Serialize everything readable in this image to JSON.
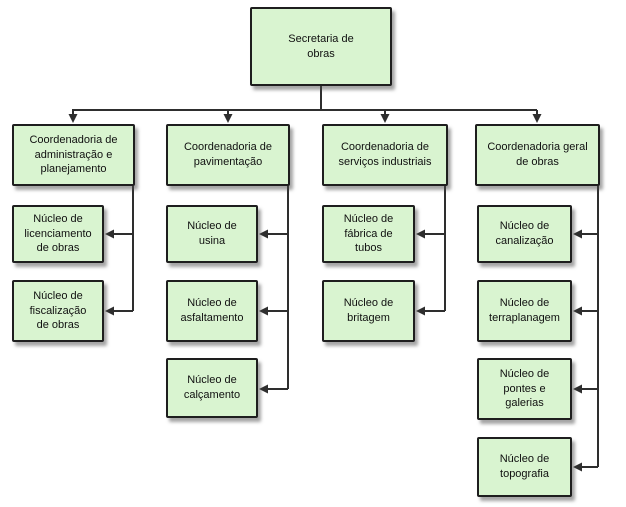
{
  "root": {
    "label": "Secretaria de\nobras"
  },
  "columns": [
    {
      "coordinator": {
        "label": "Coordenadoria de\nadministração e\nplanejamento"
      },
      "nuclei": [
        {
          "label": "Núcleo de\nlicenciamento\nde obras"
        },
        {
          "label": "Núcleo de\nfiscalização\nde obras"
        }
      ]
    },
    {
      "coordinator": {
        "label": "Coordenadoria de\npavimentação"
      },
      "nuclei": [
        {
          "label": "Núcleo de\nusina"
        },
        {
          "label": "Núcleo de\nasfaltamento"
        },
        {
          "label": "Núcleo de\ncalçamento"
        }
      ]
    },
    {
      "coordinator": {
        "label": "Coordenadoria de\nserviços industriais"
      },
      "nuclei": [
        {
          "label": "Núcleo de\nfábrica de\ntubos"
        },
        {
          "label": "Núcleo de\nbritagem"
        }
      ]
    },
    {
      "coordinator": {
        "label": "Coordenadoria geral\nde obras"
      },
      "nuclei": [
        {
          "label": "Núcleo de\ncanalização"
        },
        {
          "label": "Núcleo de\nterraplanagem"
        },
        {
          "label": "Núcleo de\npontes e\ngalerias"
        },
        {
          "label": "Núcleo de\ntopografia"
        }
      ]
    }
  ],
  "colors": {
    "node_fill": "#d9f4d0",
    "node_border": "#1e1e1e",
    "connector": "#2e2e2e",
    "background": "#ffffff"
  }
}
